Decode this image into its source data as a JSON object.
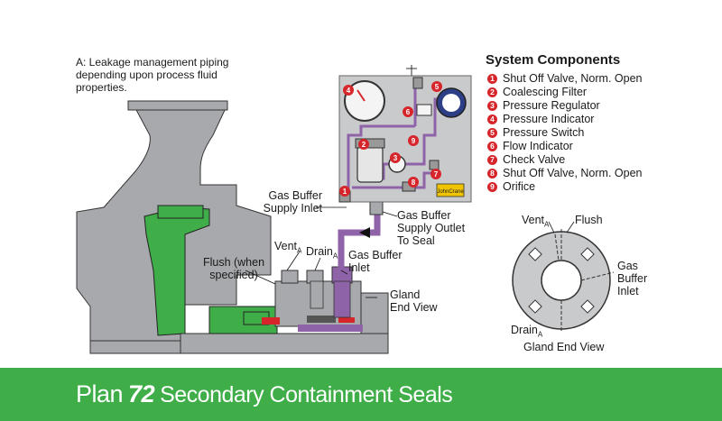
{
  "note": {
    "line1": "A: Leakage management piping",
    "line2": "depending upon process fluid",
    "line3": "properties."
  },
  "system_components": {
    "title": "System Components",
    "items": [
      {
        "num": "1",
        "label": "Shut Off Valve, Norm. Open"
      },
      {
        "num": "2",
        "label": "Coalescing Filter"
      },
      {
        "num": "3",
        "label": "Pressure Regulator"
      },
      {
        "num": "4",
        "label": "Pressure Indicator"
      },
      {
        "num": "5",
        "label": "Pressure Switch"
      },
      {
        "num": "6",
        "label": "Flow Indicator"
      },
      {
        "num": "7",
        "label": "Check Valve"
      },
      {
        "num": "8",
        "label": "Shut Off Valve, Norm. Open"
      },
      {
        "num": "9",
        "label": "Orifice"
      }
    ]
  },
  "labels": {
    "gas_buffer_supply_inlet_1": "Gas Buffer",
    "gas_buffer_supply_inlet_2": "Supply Inlet",
    "gas_buffer_outlet_1": "Gas Buffer",
    "gas_buffer_outlet_2": "Supply Outlet",
    "gas_buffer_outlet_3": "To Seal",
    "vent": "Vent",
    "drain": "Drain",
    "subscript_a": "A",
    "gas_buffer_inlet_1": "Gas Buffer",
    "gas_buffer_inlet_2": "Inlet",
    "flush_1": "Flush (when",
    "flush_2": "specified)",
    "gland_end_view_1": "Gland",
    "gland_end_view_2": "End View",
    "panel_logo": "JohnCrane"
  },
  "end_view": {
    "vent": "Vent",
    "flush": "Flush",
    "gas_buffer_inlet_1": "Gas",
    "gas_buffer_inlet_2": "Buffer",
    "gas_buffer_inlet_3": "Inlet",
    "drain": "Drain",
    "subscript_a": "A",
    "caption": "Gland End View"
  },
  "footer": {
    "plan": "Plan",
    "number": "72",
    "subtitle": "Secondary Containment Seals"
  },
  "colors": {
    "green": "#3fae49",
    "gray": "#a7a9ac",
    "purple": "#8e63a8",
    "badge_red": "#d7262b",
    "panel": "#c9cacc"
  }
}
